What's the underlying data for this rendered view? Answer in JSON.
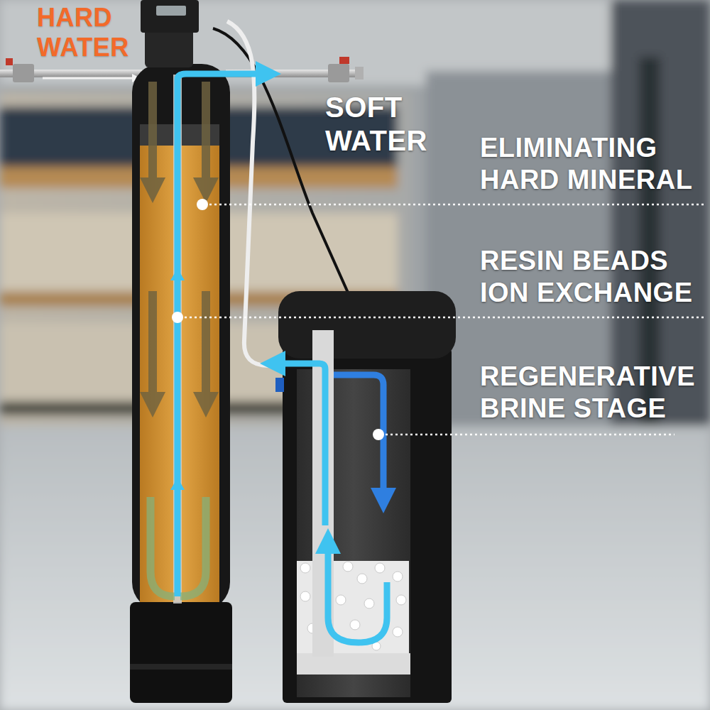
{
  "diagram": {
    "labels": [
      "HARD WATER",
      "SOFT WATER",
      "ELIMINATING HARD MINERAL",
      "RESIN BEADS ION EXCHANGE",
      "REGENERATIVE BRINE STAGE"
    ]
  }
}
